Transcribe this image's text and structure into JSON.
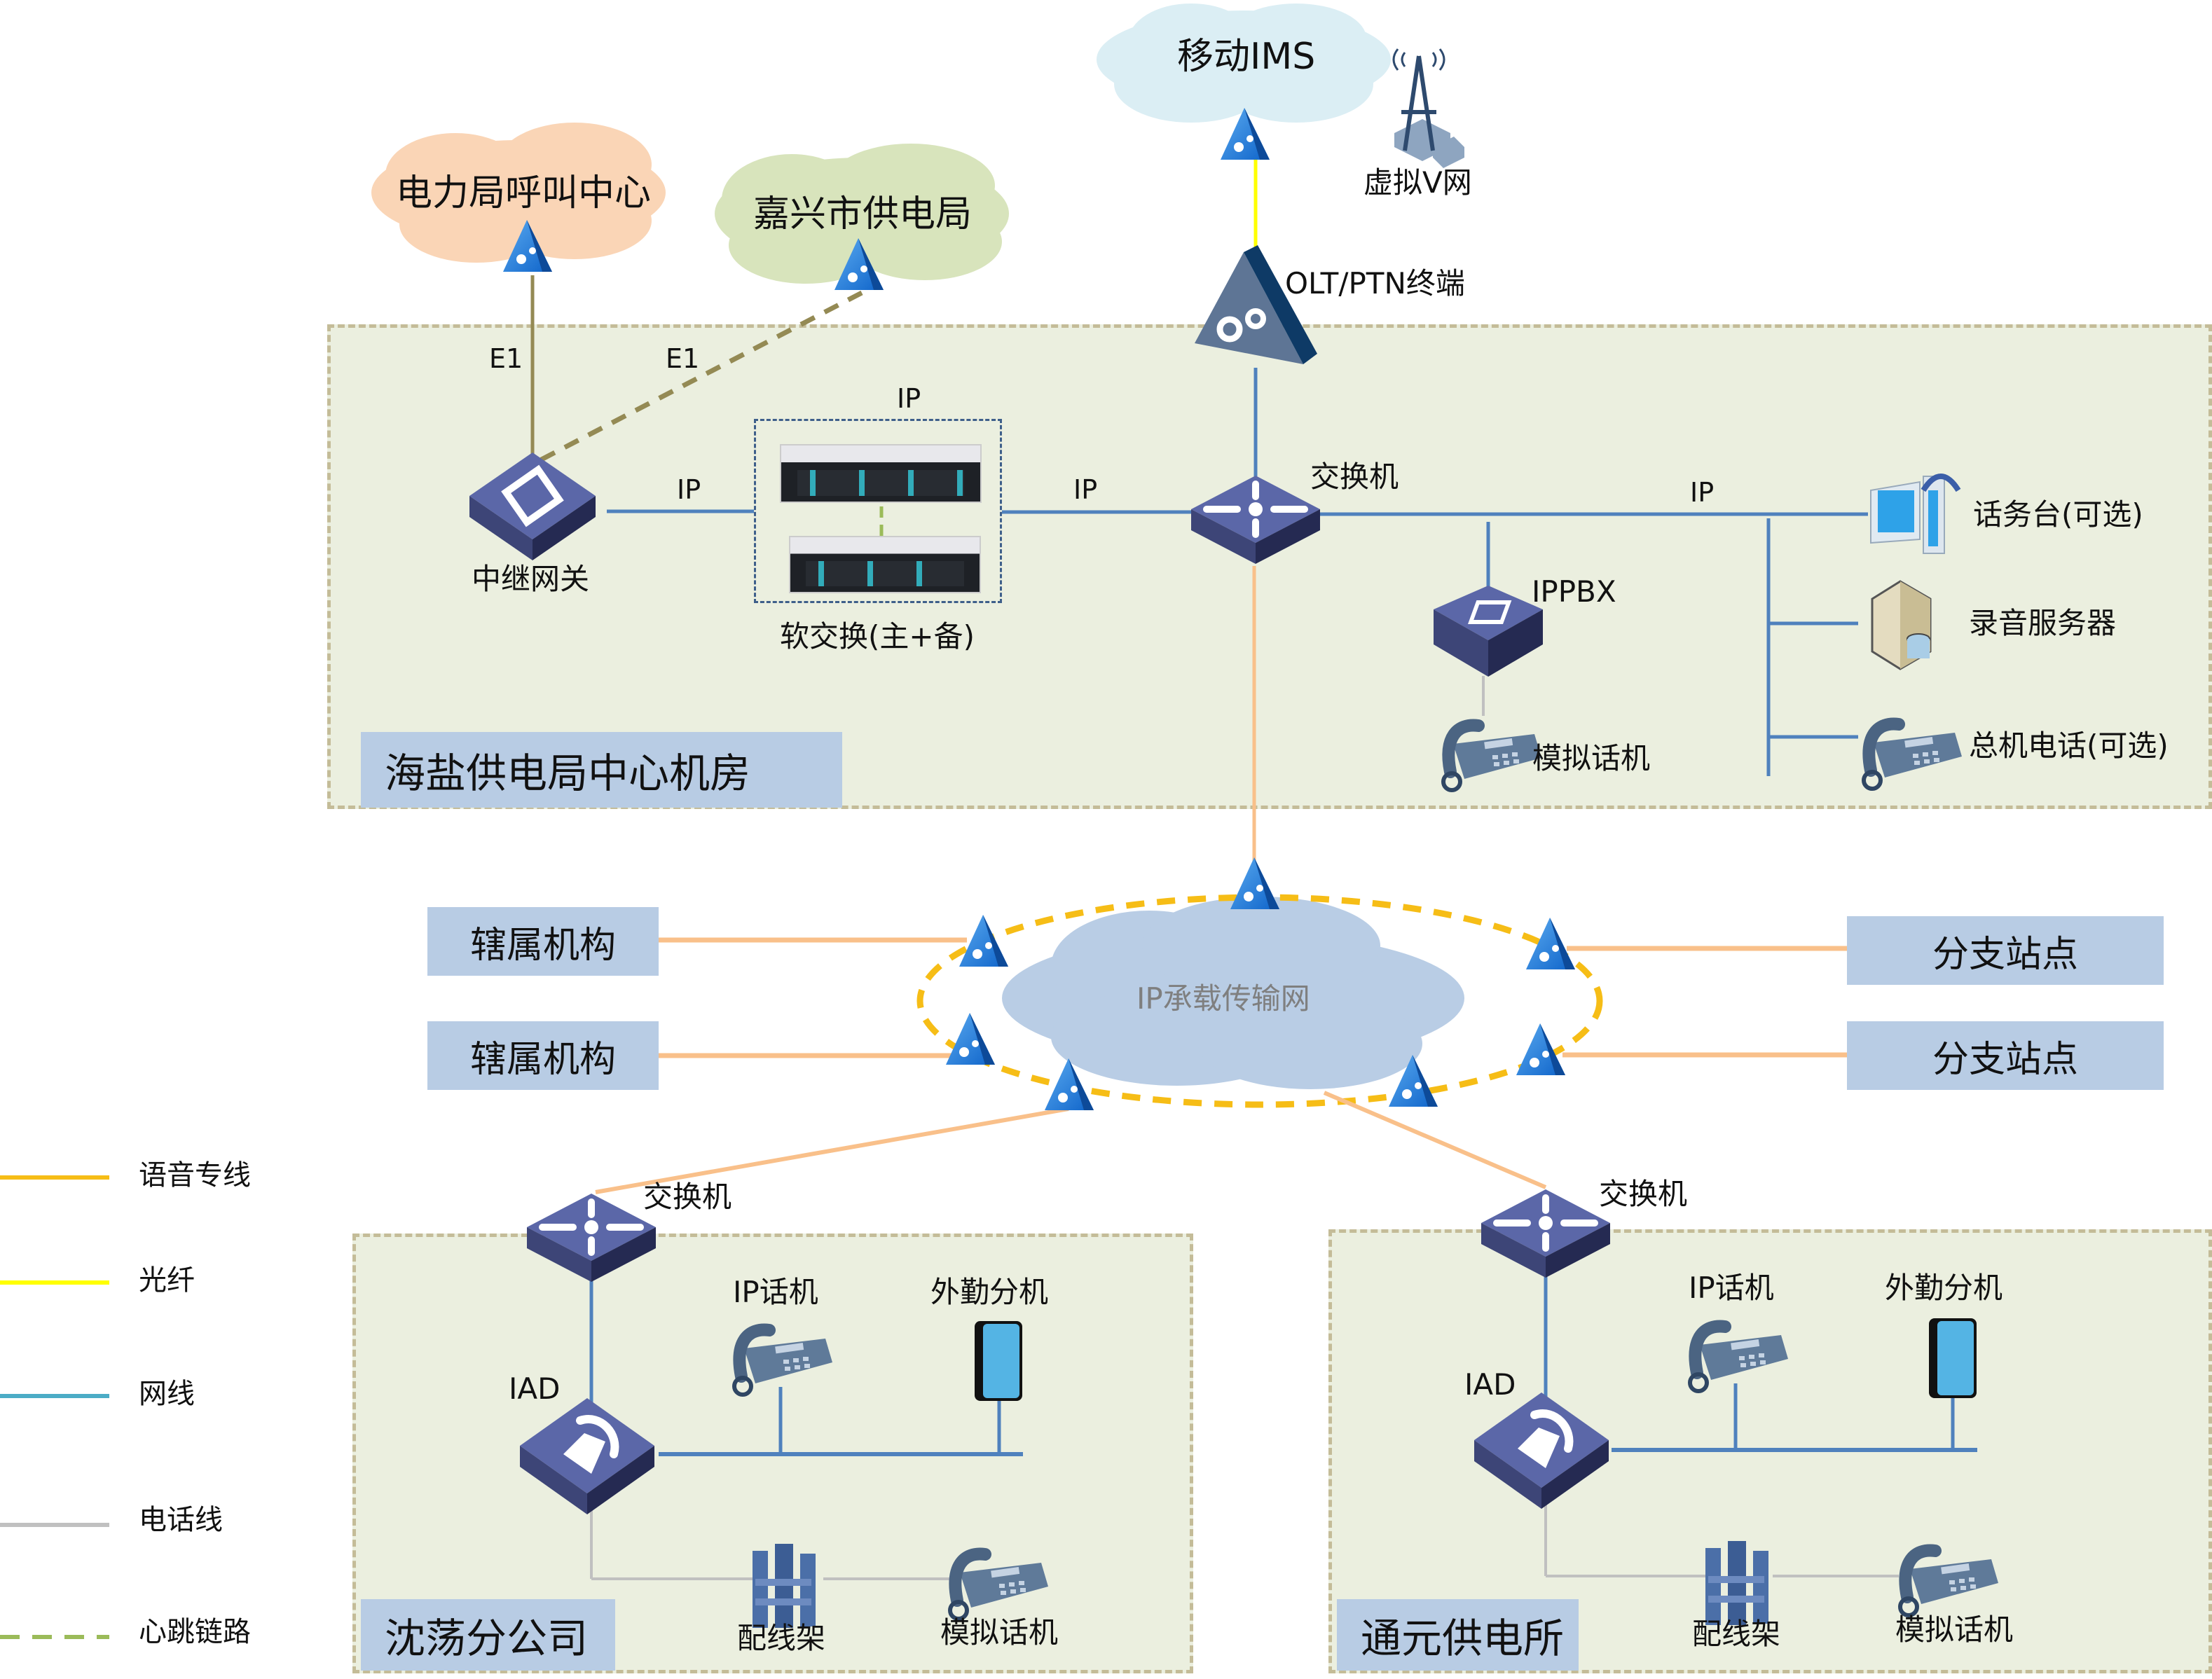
{
  "clouds": {
    "mobile_ims": "移动IMS",
    "call_center": "电力局呼叫中心",
    "jiaxing": "嘉兴市供电局",
    "ip_network": "IP承载传输网"
  },
  "top": {
    "virtual_v_net": "虚拟V网",
    "olt_ptn": "OLT/PTN终端"
  },
  "main_zone": {
    "title": "海盐供电局中心机房",
    "link_e1_a": "E1",
    "link_e1_b": "E1",
    "link_ip_1": "IP",
    "link_ip_2": "IP",
    "link_ip_3": "IP",
    "link_ip_4": "IP",
    "trunk_gateway": "中继网关",
    "softswitch": "软交换(主+备)",
    "switch": "交换机",
    "ippbx": "IPPBX",
    "analog_phone": "模拟话机",
    "console": "话务台(可选)",
    "recording_server": "录音服务器",
    "operator_phone": "总机电话(可选)"
  },
  "ring": {
    "left_nodes": [
      "辖属机构",
      "辖属机构"
    ],
    "right_nodes": [
      "分支站点",
      "分支站点"
    ]
  },
  "branch_left": {
    "title": "沈荡分公司",
    "switch": "交换机",
    "iad": "IAD",
    "ip_phone": "IP话机",
    "mobile_ext": "外勤分机",
    "patch_panel": "配线架",
    "analog_phone": "模拟话机"
  },
  "branch_right": {
    "title": "通元供电所",
    "switch": "交换机",
    "iad": "IAD",
    "ip_phone": "IP话机",
    "mobile_ext": "外勤分机",
    "patch_panel": "配线架",
    "analog_phone": "模拟话机"
  },
  "legend": [
    {
      "label": "语音专线",
      "color": "#f6bd16",
      "style": "solid"
    },
    {
      "label": "光纤",
      "color": "#ffff00",
      "style": "solid"
    },
    {
      "label": "网线",
      "color": "#4bacc6",
      "style": "solid"
    },
    {
      "label": "电话线",
      "color": "#c0c0c0",
      "style": "solid"
    },
    {
      "label": "心跳链路",
      "color": "#9bbb59",
      "style": "dashed"
    }
  ],
  "colors": {
    "voice_link": "#f9c08a",
    "fiber": "#ffff00",
    "lan": "#4f81bd",
    "phone_line": "#c0c0c0",
    "e1": "#948a54",
    "ring": "#f6bd16",
    "device": "#5b67a8",
    "zone_bg": "#ebefdf"
  }
}
